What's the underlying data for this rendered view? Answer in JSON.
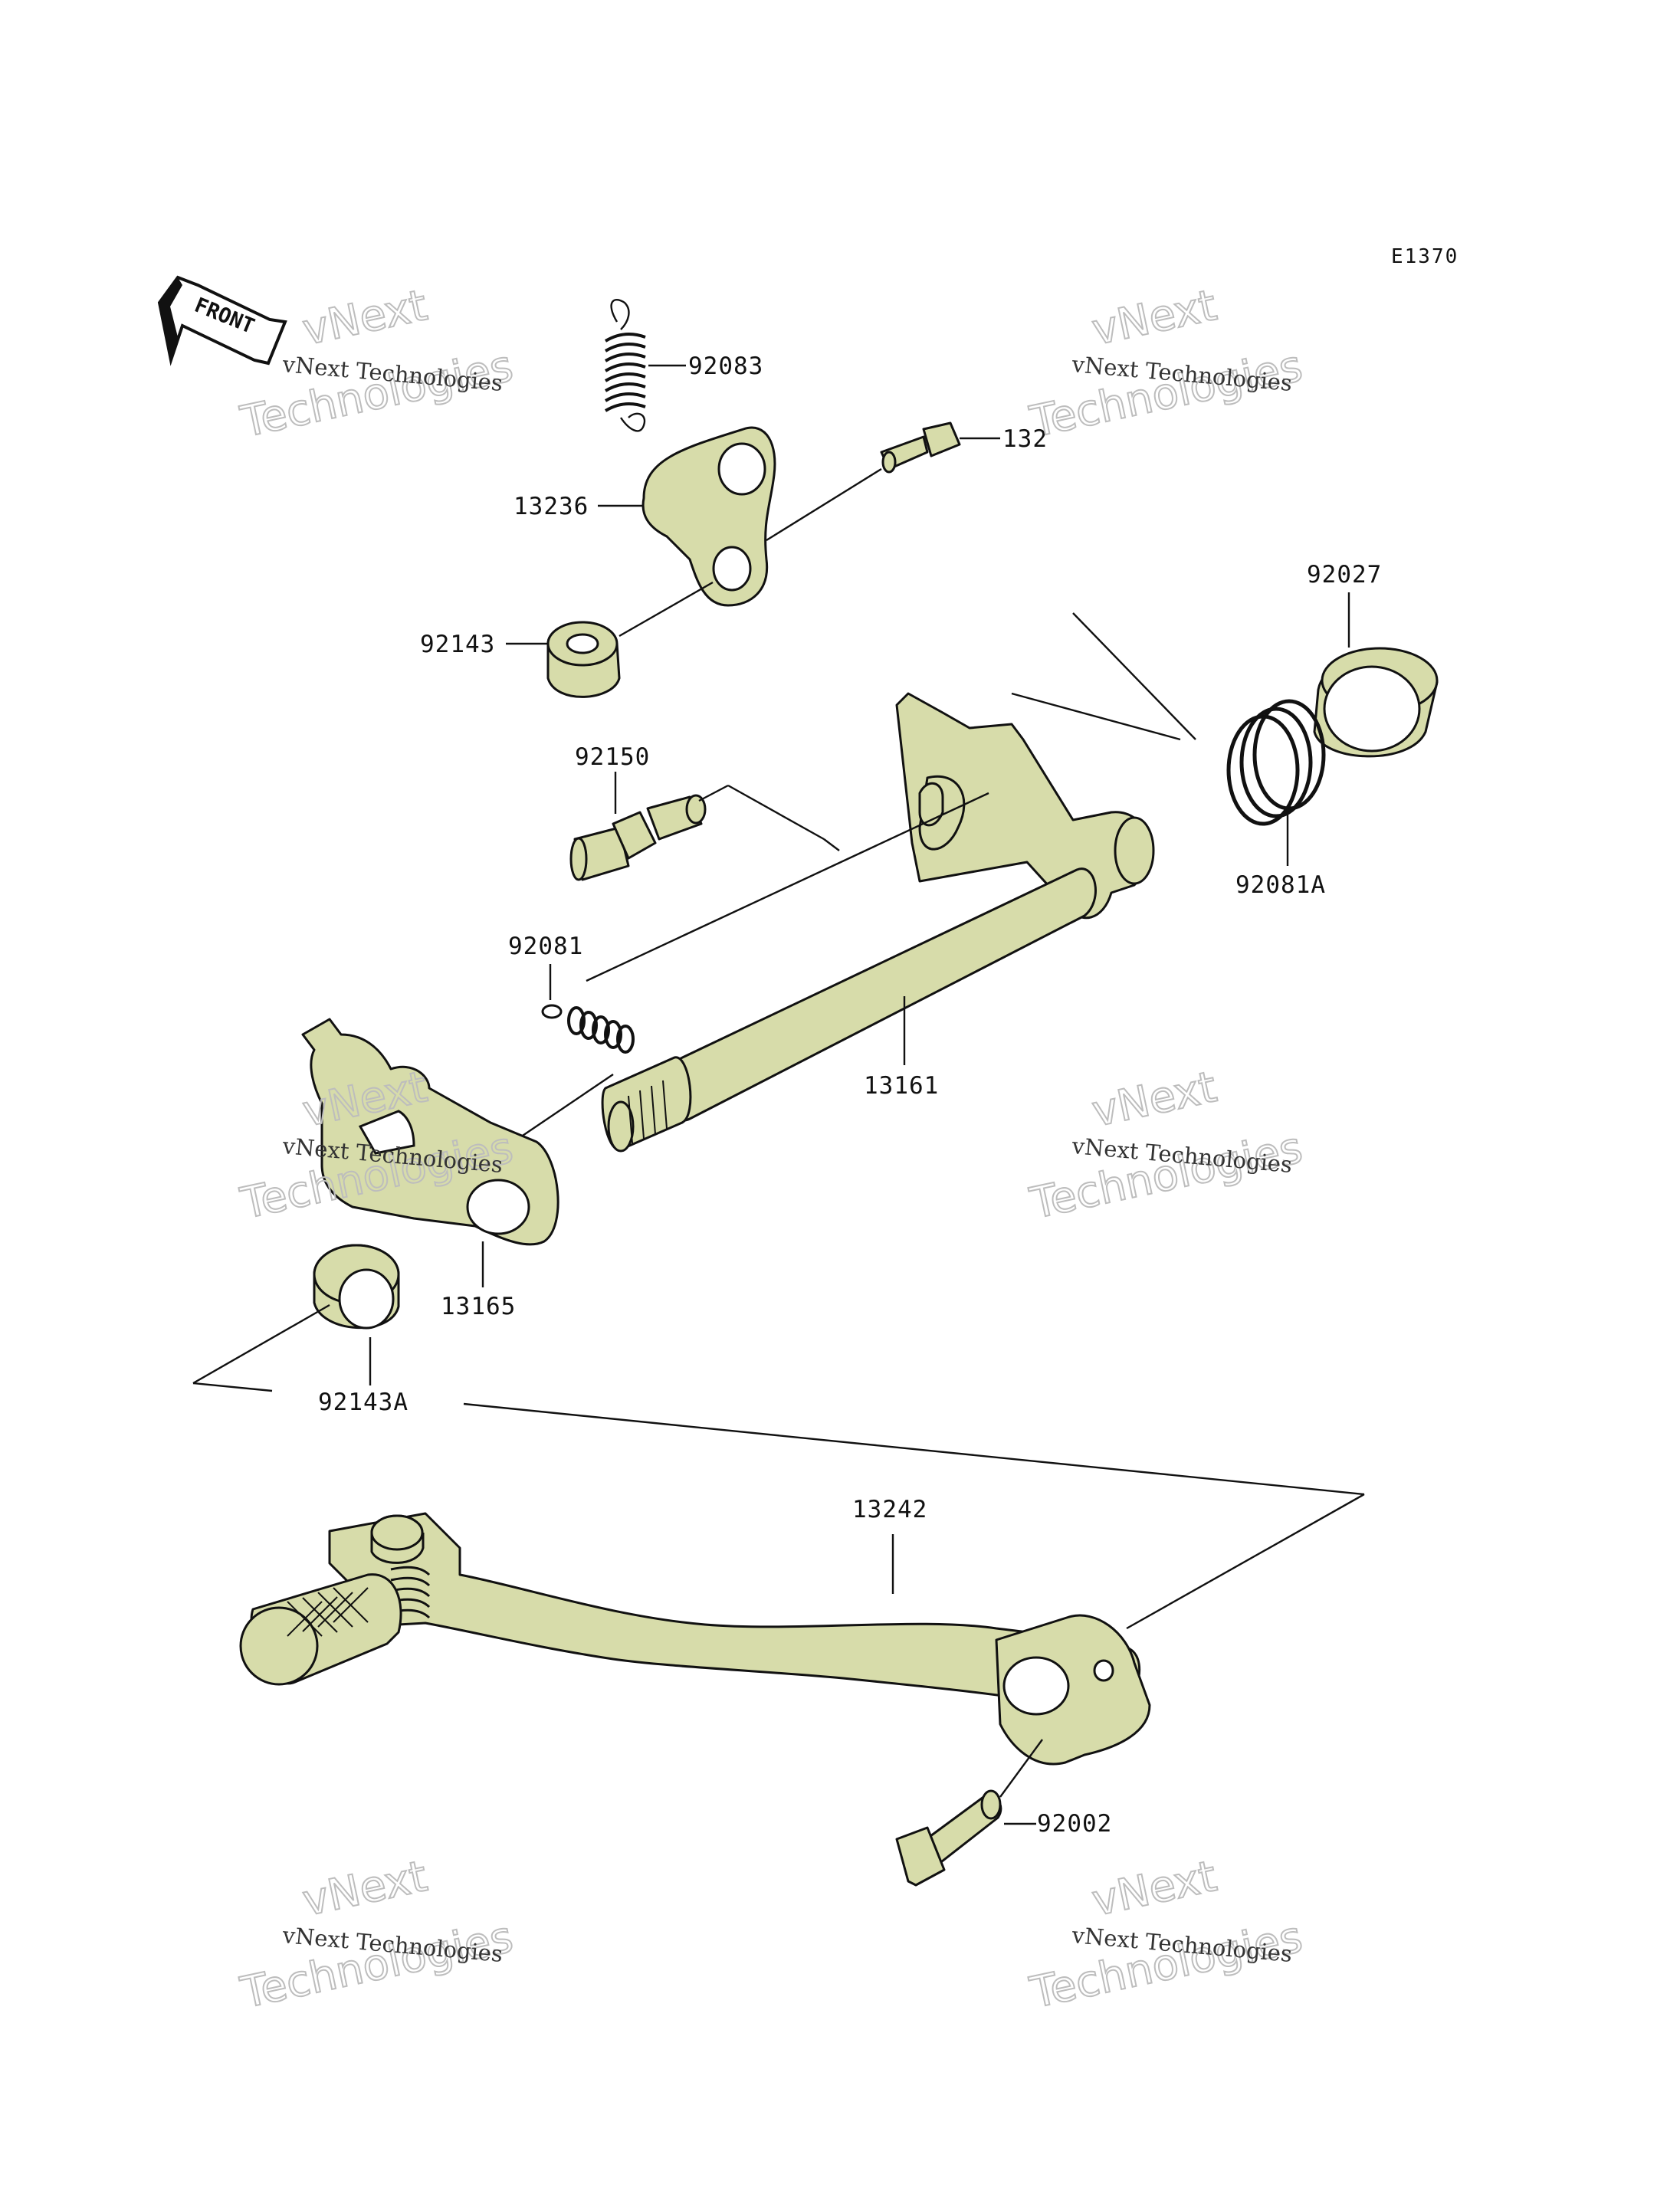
{
  "diagram": {
    "reference_code": "E1370",
    "front_arrow_label": "FRONT",
    "part_labels": {
      "spring_92083": "92083",
      "bolt_132": "132",
      "lever_13236": "13236",
      "collar_92143": "92143",
      "seal_92027": "92027",
      "pin_92150": "92150",
      "spring_92081A": "92081A",
      "spring_92081": "92081",
      "shaft_13161": "13161",
      "arm_13165": "13165",
      "collar_92143A": "92143A",
      "pedal_13242": "13242",
      "bolt_92002": "92002"
    },
    "watermark": {
      "line1": "vNext Technologies",
      "line2": "vNext",
      "line3": "Technologies"
    },
    "colors": {
      "part_fill": "#d7dcaa",
      "outline": "#111111"
    }
  }
}
